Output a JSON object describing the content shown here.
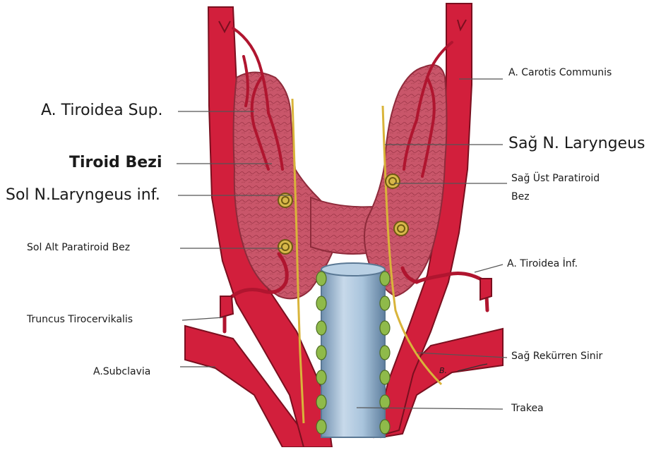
{
  "labels": {
    "carotis": "A. Carotis Communis",
    "tiroidea_sup": "A. Tiroidea Sup.",
    "sag_laryngeus": "Sağ N. Laryngeus",
    "tiroid_bezi": "Tiroid Bezi",
    "sag_ust_paratiroid_1": "Sağ Üst Paratiroid",
    "sag_ust_paratiroid_2": "Bez",
    "sol_laryngeus_inf": "Sol N.Laryngeus inf.",
    "sol_alt_paratiroid": "Sol Alt Paratiroid Bez",
    "tiroidea_inf": "A. Tiroidea İnf.",
    "truncus": "Truncus Tirocervikalis",
    "sag_rekurren": "Sağ Rekürren Sinir",
    "subclavia": "A.Subclavia",
    "trakea": "Trakea",
    "signature": "B."
  },
  "colors": {
    "artery": "#d21f3c",
    "artery_dark": "#7a0f1f",
    "thyroid": "#c9566a",
    "thyroid_dark": "#8e2b3b",
    "nerve": "#d9b43a",
    "parathyroid": "#d8b84a",
    "trachea": "#a9c4dc",
    "trachea_dark": "#5a7894",
    "cartilage": "#8fba4a",
    "leader": "#444444"
  }
}
